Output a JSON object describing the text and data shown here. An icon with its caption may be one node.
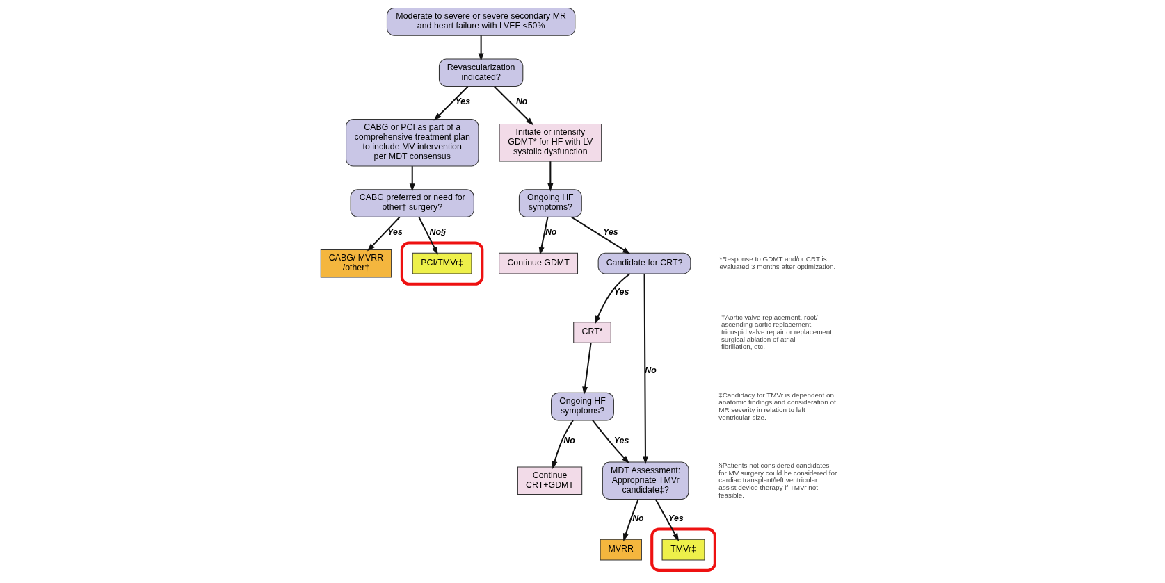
{
  "diagram": {
    "nodes": [
      {
        "text": [
          "Moderate to severe or severe secondary MR and heart failure with LVEF <50%"
        ]
      },
      {
        "text": [
          "Revascularization indicated?"
        ]
      },
      {
        "text": [
          "CABG or PCI as part of a comprehensive treatment plan to include MV intervention per MDT consensus"
        ]
      },
      {
        "text": [
          "Initiate or intensify GDMT* for HF with LV systolic dysfunction"
        ]
      },
      {
        "text": [
          "CABG preferred or need for other† surgery?"
        ]
      },
      {
        "text": [
          "CABG/ MVRR/other†"
        ]
      },
      {
        "text": [],
        "shape": "ellipse"
      },
      {
        "text": [
          "PCI/TMVr‡"
        ],
        "in": 6
      },
      {
        "text": [
          "Ongoing HF symptoms?"
        ]
      },
      {
        "text": [
          "Continue GDMT"
        ]
      },
      {
        "text": [
          "Candidate for CRT?"
        ]
      },
      {
        "text": [
          "CRT*"
        ]
      },
      {
        "text": [
          "Continue CRT+GDMT"
        ]
      },
      {
        "text": [
          "Ongoing HF symptoms?"
        ]
      },
      {
        "text": [
          "MDT Assessment: Appropriate TMVr candidate‡?"
        ]
      },
      {
        "text": [
          "MVRR"
        ]
      },
      {
        "text": [],
        "shape": "ellipse"
      },
      {
        "text": [
          "TMVr‡"
        ],
        "in": 16
      }
    ],
    "edges": [
      {
        "from": 0,
        "to": 1,
        "arrow": "to"
      },
      {
        "from": 1,
        "to": 2,
        "arrow": "to",
        "label": "Yes"
      },
      {
        "from": 1,
        "to": 3,
        "arrow": "to",
        "label": "No"
      },
      {
        "from": 3,
        "to": 8,
        "arrow": "to"
      },
      {
        "from": 2,
        "to": 4,
        "arrow": "to"
      },
      {
        "from": 4,
        "to": 5,
        "arrow": "to",
        "label": "Yes"
      },
      {
        "from": 4,
        "to": 7,
        "arrow": "to",
        "label": "No§"
      },
      {
        "from": 8,
        "to": 9,
        "arrow": "to",
        "label": "No"
      },
      {
        "from": 8,
        "to": 10,
        "arrow": "to",
        "label": "Yes"
      },
      {
        "from": 10,
        "to": 14,
        "arrow": "to",
        "label": "No"
      },
      {
        "from": 10,
        "to": 11,
        "arrow": "to",
        "label": "Yes"
      },
      {
        "from": 11,
        "to": 13,
        "arrow": "to"
      },
      {
        "from": 13,
        "to": 12,
        "arrow": "to",
        "label": "No"
      },
      {
        "from": 13,
        "to": 14,
        "arrow": "to",
        "label": "Yes"
      },
      {
        "from": 14,
        "to": 15,
        "arrow": "to",
        "label": "No"
      },
      {
        "from": 14,
        "to": 17,
        "arrow": "to",
        "label": "Yes"
      }
    ],
    "labels": [
      "*Response to GDMT and/or CRT is evaluated 3 months after optimization.",
      "†Aortic valve replacement, root/ ascending aortic replacement, tricuspid valve repair or replacement, surgical ablation of atrial fibrillation, etc.",
      "‡Candidacy for TMVr is dependent on anatomic findings and consideration of MR severity in relation to left ventricular size.",
      "§Patients not considered candidates for MV surgery could be considered for cardiac transplant/left ventricular assist device therapy if TMVr not feasible."
    ]
  }
}
